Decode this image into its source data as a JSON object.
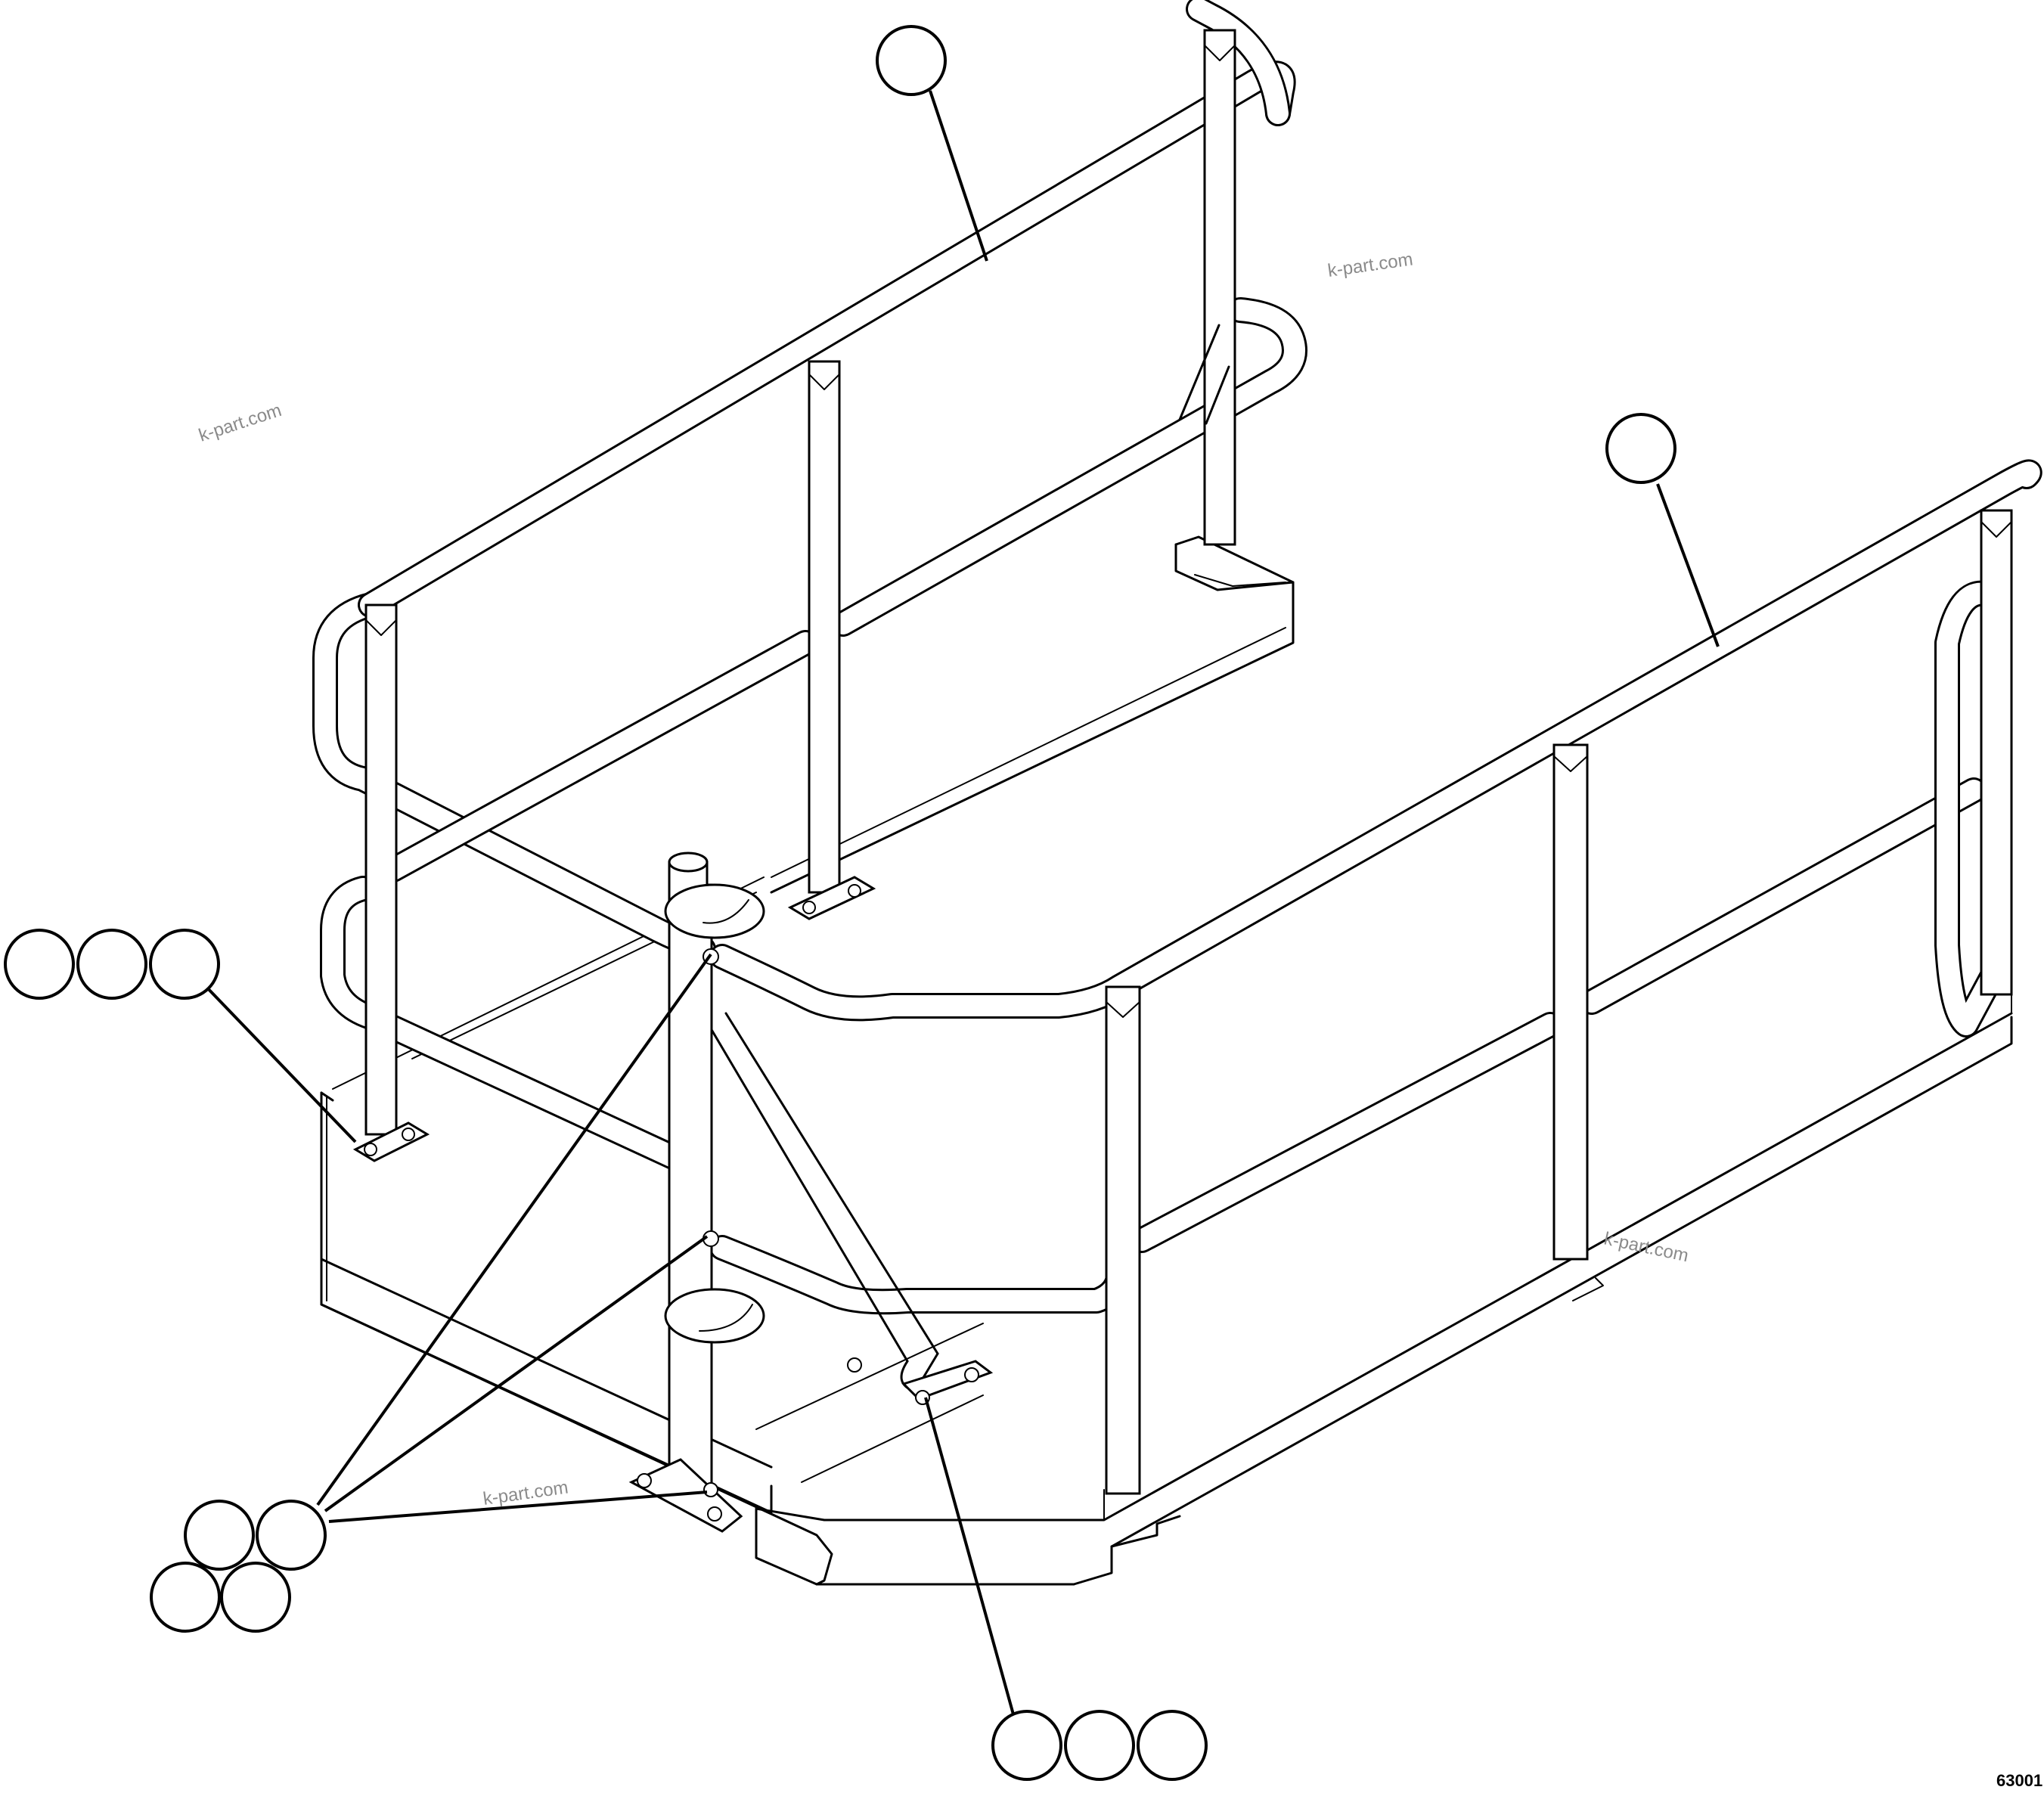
{
  "drawing": {
    "number": "63001",
    "watermarks": [
      "k-part.com",
      "k-part.com",
      "k-part.com",
      "k-part.com"
    ]
  },
  "balloons": {
    "top_handrail": [
      ""
    ],
    "right_handrail": [
      ""
    ],
    "left_post_bolts": [
      "",
      "",
      ""
    ],
    "gate_hinges": [
      "",
      "",
      "",
      ""
    ],
    "base_plate_bolts": [
      "",
      "",
      ""
    ]
  }
}
